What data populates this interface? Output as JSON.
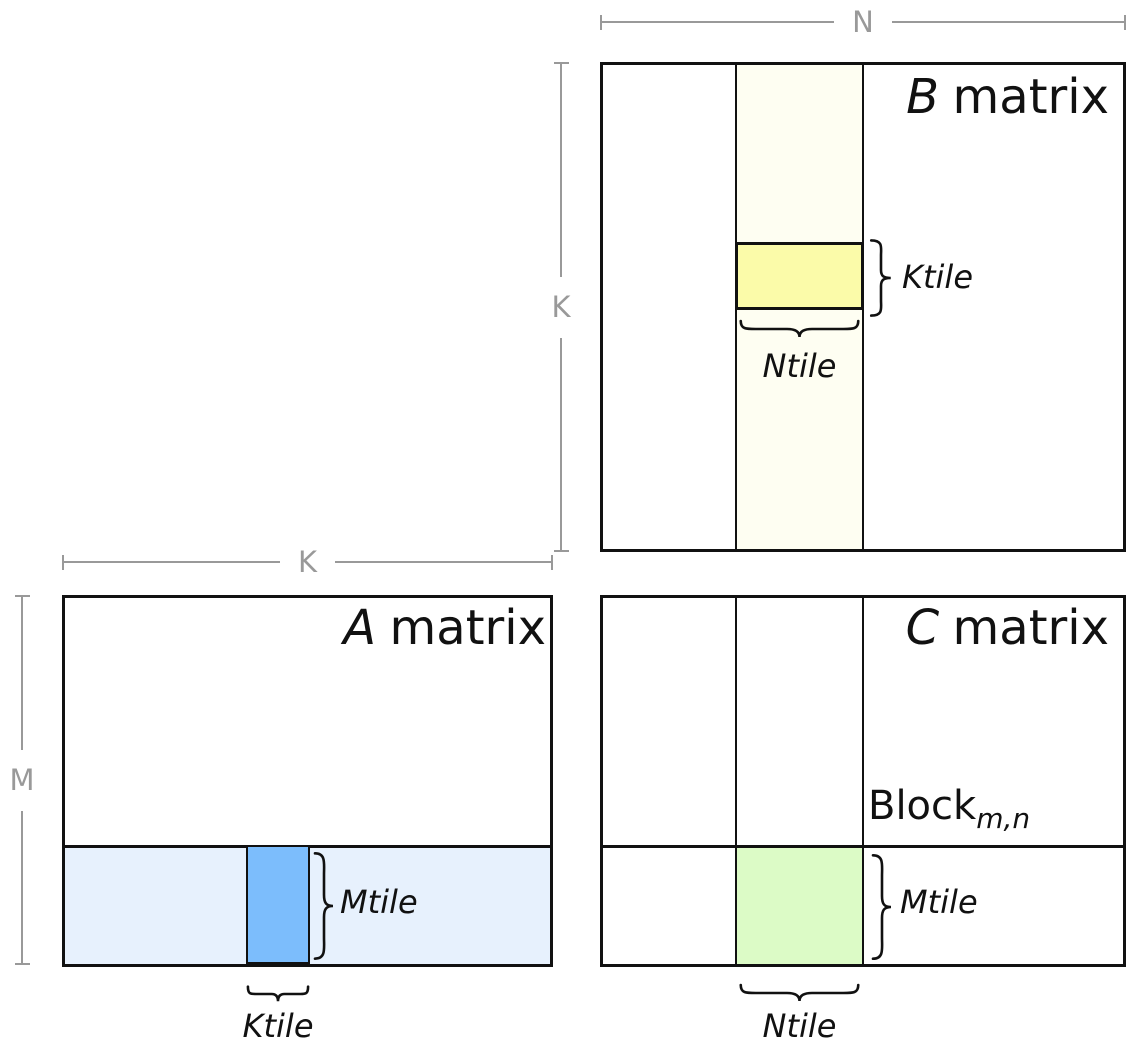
{
  "dimensions": {
    "n_label": "N",
    "k_label_b": "K",
    "k_label_a": "K",
    "m_label": "M"
  },
  "matrix_b": {
    "var": "B",
    "word": "matrix",
    "ktile_label": "Ktile",
    "ntile_label": "Ntile"
  },
  "matrix_a": {
    "var": "A",
    "word": "matrix",
    "mtile_label": "Mtile",
    "ktile_label": "Ktile"
  },
  "matrix_c": {
    "var": "C",
    "word": "matrix",
    "block_label": "Block",
    "block_subscript": "m,n",
    "mtile_label": "Mtile",
    "ntile_label": "Ntile"
  },
  "colors": {
    "line_black": "#111111",
    "dimension_gray": "#999999",
    "b_column_strip": "#fefef2",
    "b_ktile_fill": "#fbfba9",
    "a_row_strip": "#e7f1fd",
    "a_mtile_fill": "#7cbdfc",
    "c_block_fill": "#dcfbc6"
  }
}
